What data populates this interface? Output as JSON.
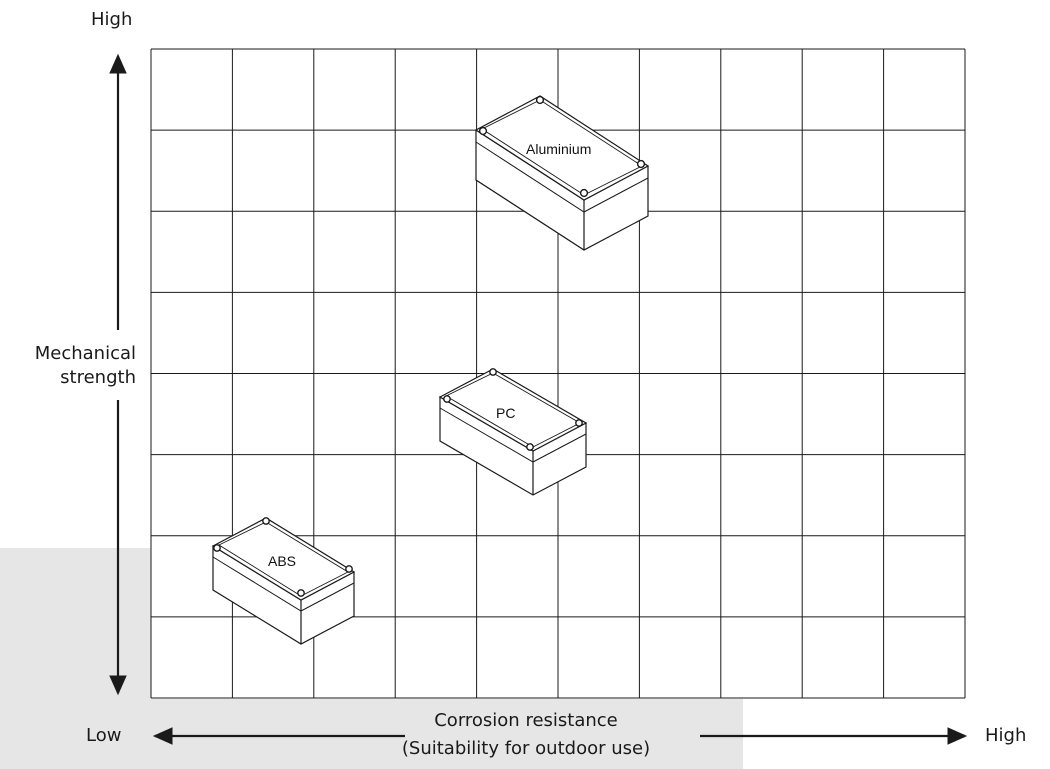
{
  "y_axis": {
    "high_label": "High",
    "title_line1": "Mechanical",
    "title_line2": "strength"
  },
  "x_axis": {
    "low_label": "Low",
    "high_label": "High",
    "title_line1": "Corrosion resistance",
    "title_line2": "(Suitability for outdoor use)"
  },
  "grid": {
    "columns": 10,
    "rows": 8
  },
  "enclosures": [
    {
      "name": "Aluminium",
      "mechanical_strength_rank": 3,
      "corrosion_resistance_rank": 2
    },
    {
      "name": "PC",
      "mechanical_strength_rank": 2,
      "corrosion_resistance_rank": 1
    },
    {
      "name": "ABS",
      "mechanical_strength_rank": 1,
      "corrosion_resistance_rank": 0
    }
  ],
  "colors": {
    "grid": "#1a1a1a",
    "shade": "#e6e6e6",
    "box_fill": "#ffffff"
  }
}
